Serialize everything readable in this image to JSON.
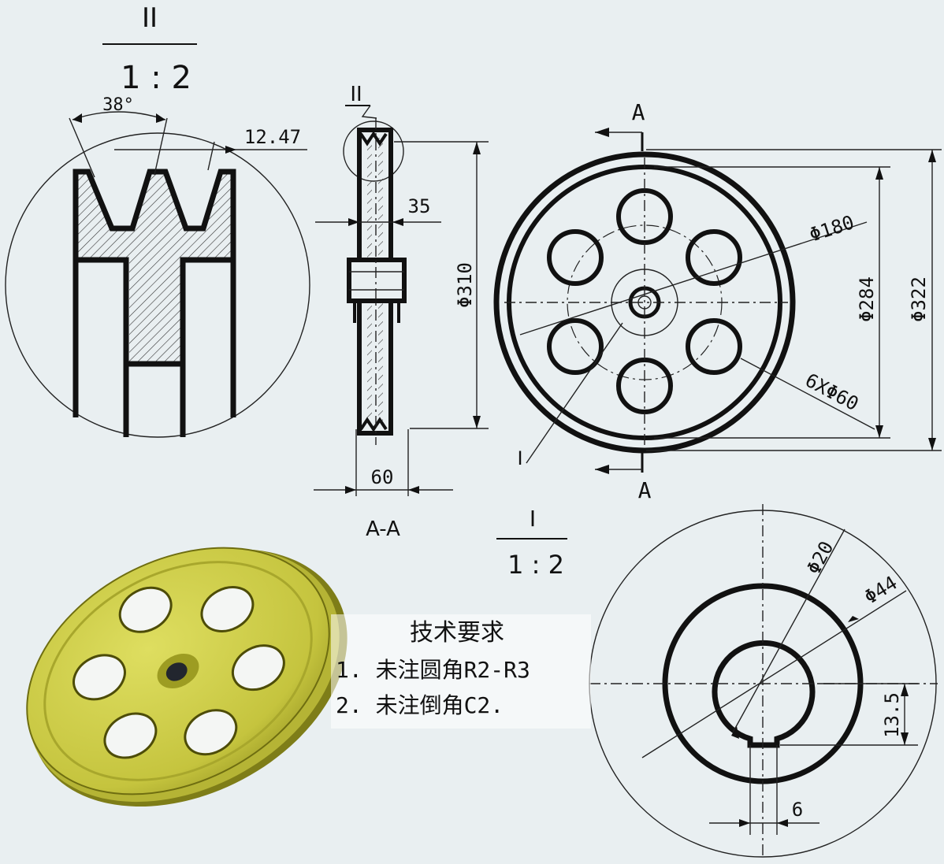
{
  "detail_ii": {
    "view_label": "II",
    "scale": "1 : 2",
    "angle": "38°",
    "width_dim": "12.47"
  },
  "section_view": {
    "callout": "II",
    "label": "A-A",
    "dim_hub": "35",
    "dim_dia": "Φ310",
    "dim_width": "60"
  },
  "front_view": {
    "section_mark": "A",
    "dim_pitch": "Φ180",
    "dim_284": "Φ284",
    "dim_322": "Φ322",
    "dim_holes": "6XΦ60",
    "callout_1": "I"
  },
  "detail_i": {
    "view_label": "I",
    "scale": "1 : 2",
    "dim_bore": "Φ20",
    "dim_hub": "Φ44",
    "dim_key_depth": "13.5",
    "dim_key_width": "6"
  },
  "notes": {
    "title": "技术要求",
    "items": [
      "1. 未注圆角R2-R3",
      "2. 未注倒角C2."
    ]
  },
  "colors": {
    "render_fill": "#c8c84a",
    "render_shade": "#8a8a1e",
    "paper": "#e9eff1",
    "ink": "#111111"
  }
}
